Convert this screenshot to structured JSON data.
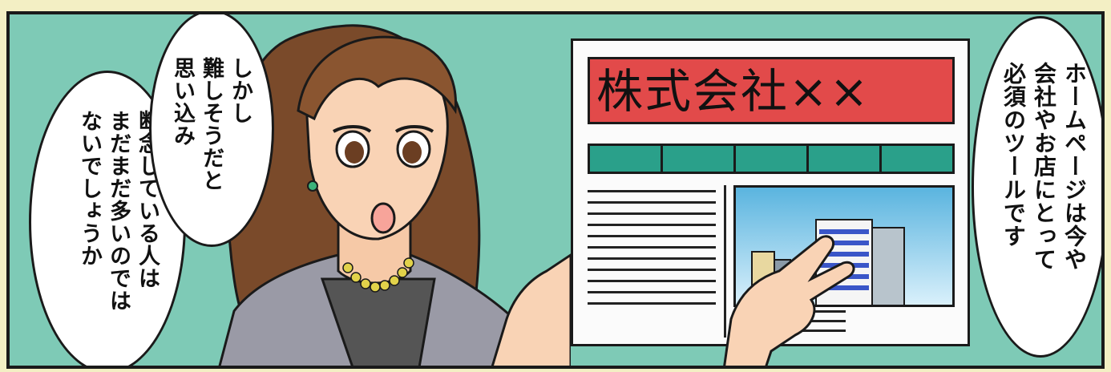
{
  "bubbles": {
    "right": [
      "ホームページは今や",
      "会社やお店にとって",
      "必須のツールです"
    ],
    "middle": [
      "しかし",
      "難しそうだと",
      "思い込み"
    ],
    "left": [
      "断念している人は",
      "まだまだ多いのでは",
      "ないでしょうか"
    ]
  },
  "webpage": {
    "title": "株式会社××"
  },
  "colors": {
    "panel_bg": "#7ecab6",
    "header_red": "#e24a4a",
    "nav_green": "#2aa08a"
  }
}
